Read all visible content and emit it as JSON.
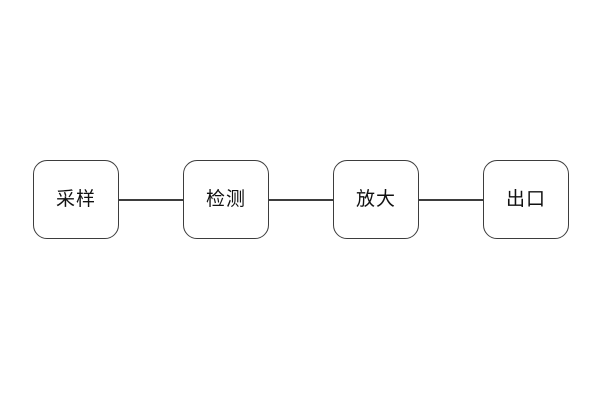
{
  "diagram": {
    "type": "flowchart",
    "direction": "horizontal",
    "nodes": [
      {
        "id": "sampling",
        "label": "采样"
      },
      {
        "id": "detection",
        "label": "检测"
      },
      {
        "id": "amplification",
        "label": "放大"
      },
      {
        "id": "output",
        "label": "出口"
      }
    ],
    "edges": [
      {
        "from": "sampling",
        "to": "detection",
        "style": "plain-line"
      },
      {
        "from": "detection",
        "to": "amplification",
        "style": "plain-line"
      },
      {
        "from": "amplification",
        "to": "output",
        "style": "plain-line"
      }
    ],
    "colors": {
      "node_border": "#3d3d3d",
      "node_fill": "#ffffff",
      "connector": "#3d3d3d",
      "text": "#111111",
      "canvas_background": "#ffffff"
    }
  }
}
